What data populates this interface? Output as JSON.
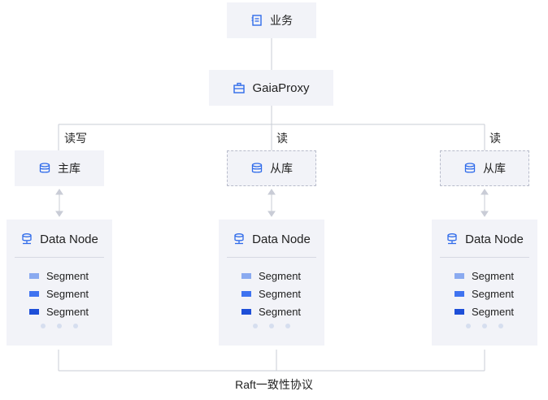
{
  "business": {
    "label": "业务",
    "icon": "document-icon"
  },
  "proxy": {
    "label": "GaiaProxy",
    "icon": "briefcase-icon"
  },
  "edges": {
    "primary": "读写",
    "replica1": "读",
    "replica2": "读"
  },
  "dbs": [
    {
      "label": "主库",
      "icon": "database-icon"
    },
    {
      "label": "从库",
      "icon": "database-icon"
    },
    {
      "label": "从库",
      "icon": "database-icon"
    }
  ],
  "nodes": [
    {
      "title": "Data Node",
      "icon": "server-icon",
      "segments": [
        "Segment",
        "Segment",
        "Segment"
      ]
    },
    {
      "title": "Data Node",
      "icon": "server-icon",
      "segments": [
        "Segment",
        "Segment",
        "Segment"
      ]
    },
    {
      "title": "Data Node",
      "icon": "server-icon",
      "segments": [
        "Segment",
        "Segment",
        "Segment"
      ]
    }
  ],
  "segment_colors": [
    "#8aaaf0",
    "#3f73f0",
    "#1e4fd8"
  ],
  "accent": "#2f6bea",
  "consensus": "Raft一致性协议"
}
